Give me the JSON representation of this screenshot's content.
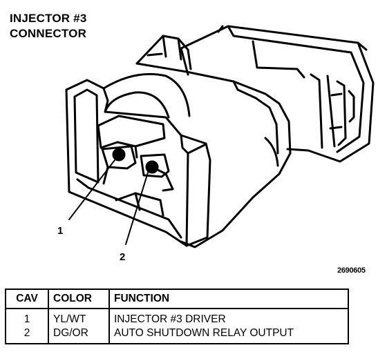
{
  "title": {
    "line1": "INJECTOR #3",
    "line2": "CONNECTOR"
  },
  "callouts": {
    "pin1": "1",
    "pin2": "2"
  },
  "figure_number": "2690605",
  "pin_table": {
    "headers": {
      "cav": "CAV",
      "color": "COLOR",
      "function": "FUNCTION"
    },
    "rows": [
      {
        "cav": "1",
        "color": "YL/WT",
        "function": "INJECTOR #3 DRIVER"
      },
      {
        "cav": "2",
        "color": "DG/OR",
        "function": "AUTO SHUTDOWN RELAY OUTPUT"
      }
    ]
  }
}
